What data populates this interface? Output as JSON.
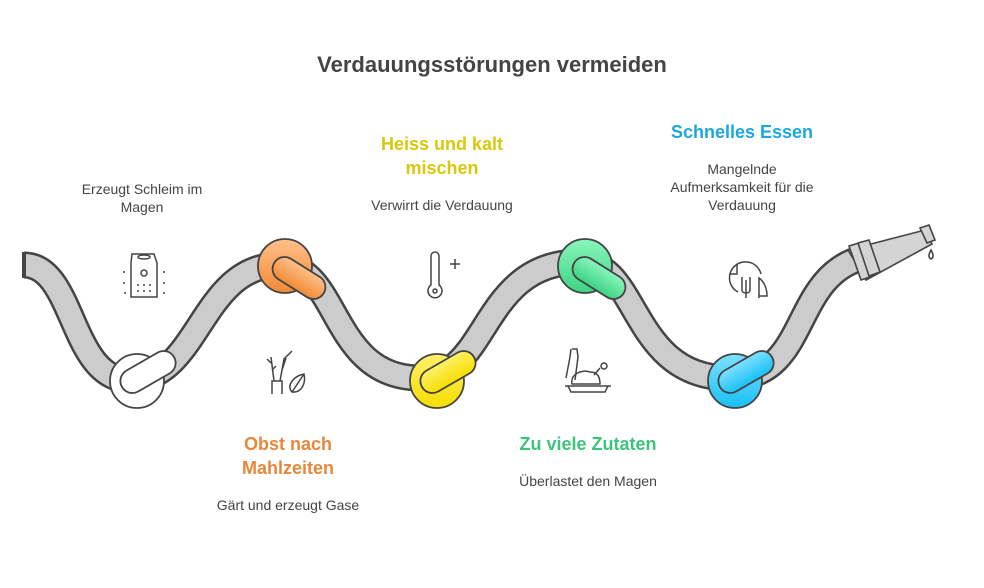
{
  "title": "Verdauungsstörungen vermeiden",
  "steps": [
    {
      "heading": "",
      "description": "Erzeugt Schleim im Magen",
      "icon": "milk-carton-icon",
      "color": "#ffffff"
    },
    {
      "heading": "Obst nach Mahlzeiten",
      "description": "Gärt und erzeugt Gase",
      "icon": "fruit-plant-icon",
      "color": "#f0893a"
    },
    {
      "heading": "Heiss und kalt mischen",
      "description": "Verwirrt die Verdauung",
      "icon": "thermometer-icon",
      "color": "#f5e020"
    },
    {
      "heading": "Zu viele Zutaten",
      "description": "Überlastet den Magen",
      "icon": "meal-dish-icon",
      "color": "#4fd98f"
    },
    {
      "heading": "Schnelles Essen",
      "description": "Mangelnde Aufmerksamkeit für die Verdauung",
      "icon": "clock-cutlery-icon",
      "color": "#33c2f5"
    }
  ],
  "colors": {
    "orange": "#e8873a",
    "yellow": "#d9c80a",
    "green": "#3cc47a",
    "blue": "#1aa8de",
    "hose": "#c9c9c9",
    "outline": "#444444"
  }
}
